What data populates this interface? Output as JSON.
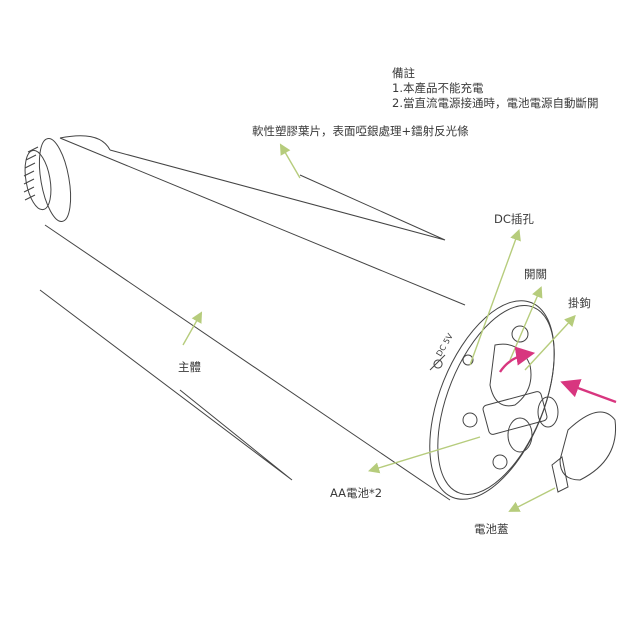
{
  "notes": {
    "title": "備註",
    "line1": "1.本產品不能充電",
    "line2": "2.當直流電源接通時，電池電源自動斷開"
  },
  "labels": {
    "blade": "軟性塑膠葉片，表面啞銀處理+鐳射反光條",
    "dc_jack": "DC插孔",
    "switch": "開關",
    "hook": "掛鉤",
    "body": "主體",
    "batteries": "AA電池*2",
    "battery_cover": "電池蓋",
    "dc_marking": "DC 5V"
  },
  "colors": {
    "pointer": "#b6cc7c",
    "insert_arrow": "#d8367f",
    "line": "#444444"
  }
}
